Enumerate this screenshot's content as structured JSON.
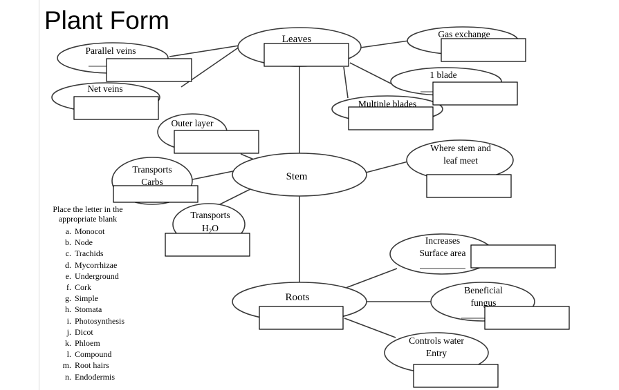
{
  "title": "Plant Form",
  "nodes": {
    "leaves": "Leaves",
    "stem": "Stem",
    "roots": "Roots",
    "parallel_veins": "Parallel veins",
    "net_veins": "Net veins",
    "gas_exchange": "Gas exchange",
    "one_blade": "1 blade",
    "multiple_blades": "Multiple blades",
    "outer_layer": "Outer layer",
    "transports_carbs": [
      "Transports",
      "Carbs"
    ],
    "transports_h2o": [
      "Transports",
      "H",
      "2",
      "O"
    ],
    "where_stem_leaf": [
      "Where stem and",
      "leaf  meet"
    ],
    "increases_surface": [
      "Increases",
      "Surface area"
    ],
    "beneficial_fungus": [
      "Beneficial",
      "fungus"
    ],
    "controls_water": [
      "Controls water",
      "Entry"
    ]
  },
  "instructions": {
    "text": "Place the letter in the appropriate blank",
    "options": [
      {
        "letter": "a.",
        "label": "Monocot"
      },
      {
        "letter": "b.",
        "label": "Node"
      },
      {
        "letter": "c.",
        "label": "Trachids"
      },
      {
        "letter": "d.",
        "label": "Mycorrhizae"
      },
      {
        "letter": "e.",
        "label": "Underground"
      },
      {
        "letter": "f.",
        "label": "Cork"
      },
      {
        "letter": "g.",
        "label": "Simple"
      },
      {
        "letter": "h.",
        "label": "Stomata"
      },
      {
        "letter": "i.",
        "label": "Photosynthesis"
      },
      {
        "letter": "j.",
        "label": "Dicot"
      },
      {
        "letter": "k.",
        "label": "Phloem"
      },
      {
        "letter": "l.",
        "label": "Compound"
      },
      {
        "letter": "m.",
        "label": "Root hairs"
      },
      {
        "letter": "n.",
        "label": "Endodermis"
      }
    ]
  }
}
